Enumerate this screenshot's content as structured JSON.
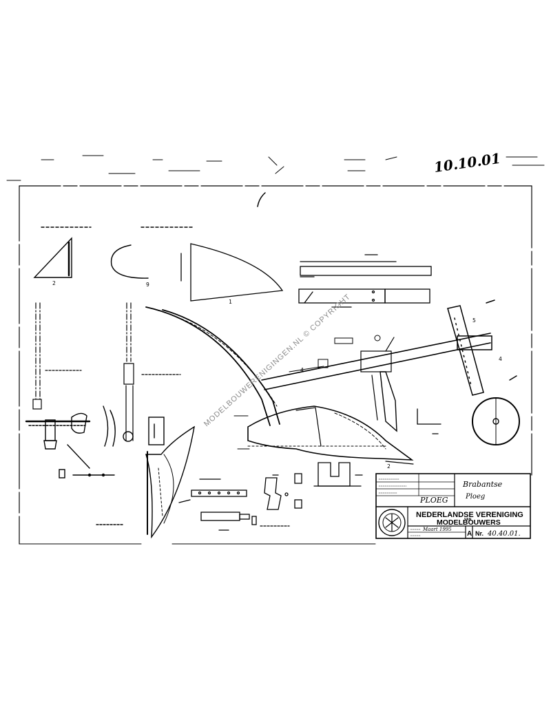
{
  "corner_mark": "10.10.01",
  "watermark": "MODELBOUWERENIGINGEN.NL © COPYRIGHT",
  "title_block": {
    "model_line1": "Brabantse",
    "model_line2": "Ploeg",
    "part_name": "PLOEG",
    "association_line1": "NEDERLANDSE VERENIGING",
    "association_van": "VAN",
    "association_line2": "MODELBOUWERS",
    "date": "Maart 1995",
    "size_letter": "A",
    "number_label": "Nr.",
    "number": "40.40.01."
  },
  "labels": {
    "wheel_ref": "5",
    "arm_ref": "4",
    "beam_ref": "4",
    "share_ref": "2",
    "triangle_ref": "2",
    "sector_ref": "9",
    "plate_ref": "1"
  }
}
